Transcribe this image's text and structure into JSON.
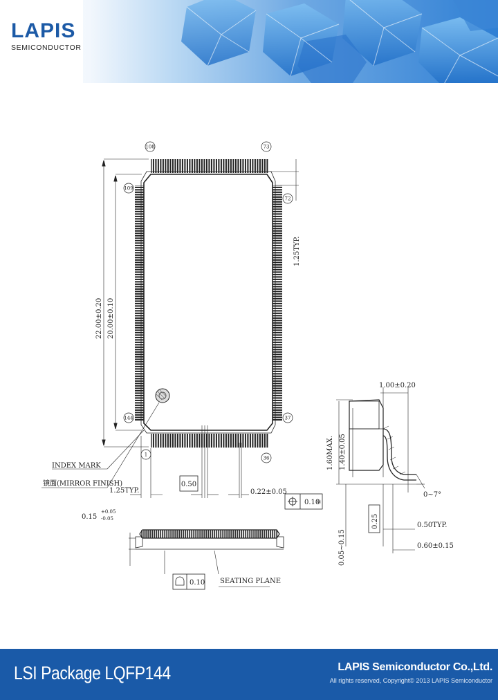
{
  "header": {
    "logo_main": "LAPIS",
    "logo_sub": "SEMICONDUCTOR"
  },
  "drawing": {
    "pin_top_left": "108",
    "pin_top_right": "73",
    "pin_left_top": "109",
    "pin_right_top": "72",
    "pin_left_bottom": "144",
    "pin_right_bottom": "37",
    "pin_bottom_left": "1",
    "pin_bottom_right": "36",
    "dim_outer": "22.00±0.20",
    "dim_inner": "20.00±0.10",
    "dim_pitch_right": "1.25TYP.",
    "dim_pitch_bottom": "1.25TYP.",
    "dim_lead_pitch": "0.50",
    "dim_lead_width": "0.22±0.05",
    "tol_position": "0.10",
    "tol_position_symbol": "Ⓜ",
    "index_mark": "INDEX MARK",
    "mirror_finish": "镜面(MIRROR FINISH)",
    "dim_standoff": "0.15",
    "dim_standoff_tol_plus": "+0.05",
    "dim_standoff_tol_minus": "-0.05",
    "tol_flatness": "0.10",
    "seating_plane": "SEATING PLANE",
    "dim_lead_length": "1.00±0.20",
    "dim_height_max": "1.60MAX.",
    "dim_body_height": "1.40±0.05",
    "dim_lead_stand": "0.05~0.15",
    "dim_lead_gauge": "0.25",
    "dim_lead_angle": "0~7°",
    "dim_foot_typ": "0.50TYP.",
    "dim_foot": "0.60±0.15"
  },
  "footer": {
    "title": "LSI Package LQFP144",
    "company": "LAPIS Semiconductor Co.,Ltd.",
    "copyright": "All rights reserved, Copyright© 2013 LAPIS Semiconductor"
  },
  "colors": {
    "brand_blue": "#1c5aa6",
    "footer_blue": "#1a5aa8"
  }
}
